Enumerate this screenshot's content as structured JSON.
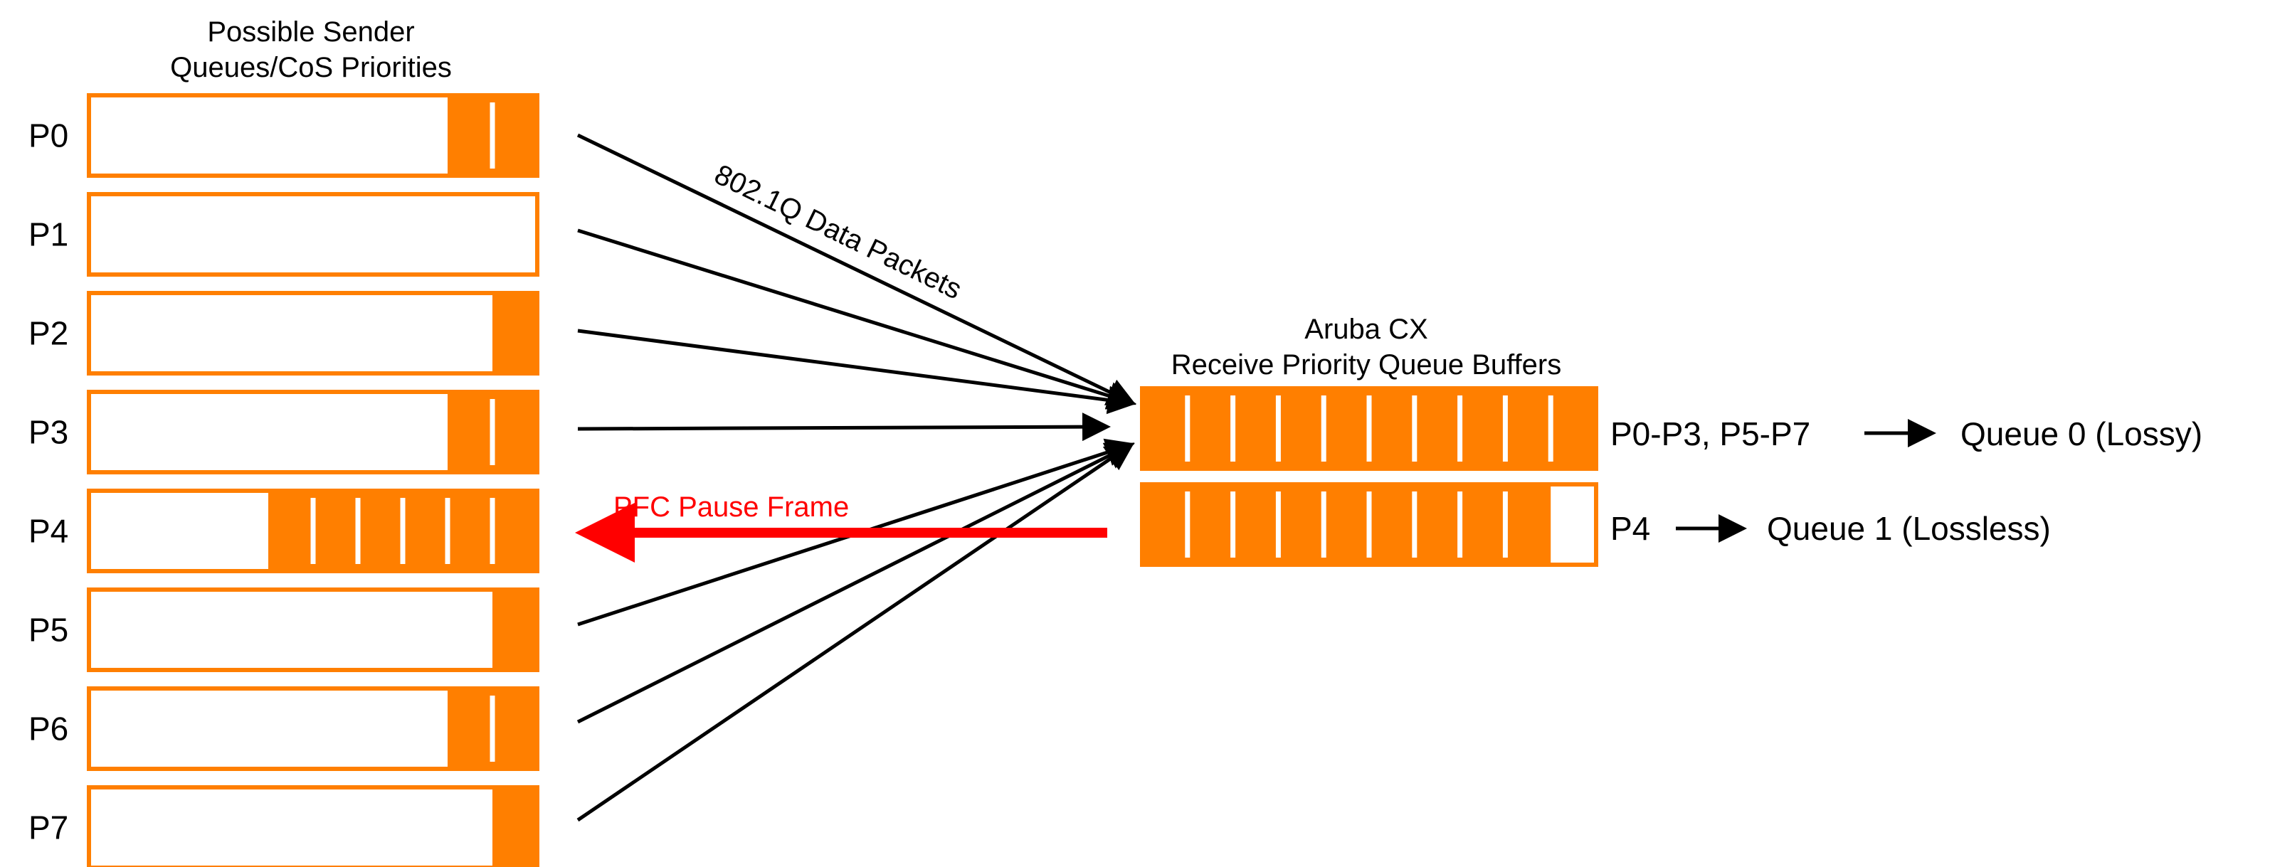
{
  "sender": {
    "title_line1": "Possible Sender",
    "title_line2": "Queues/CoS Priorities",
    "queues": [
      {
        "label": "P0",
        "filled_slots": 2
      },
      {
        "label": "P1",
        "filled_slots": 0
      },
      {
        "label": "P2",
        "filled_slots": 1
      },
      {
        "label": "P3",
        "filled_slots": 2
      },
      {
        "label": "P4",
        "filled_slots": 6
      },
      {
        "label": "P5",
        "filled_slots": 1
      },
      {
        "label": "P6",
        "filled_slots": 2
      },
      {
        "label": "P7",
        "filled_slots": 1
      }
    ]
  },
  "data_packets_label": "802.1Q Data Packets",
  "pause_frame_label": "PFC Pause Frame",
  "receiver": {
    "title_line1": "Aruba CX",
    "title_line2": "Receive Priority Queue Buffers",
    "buffers": [
      {
        "priorities": "P0-P3, P5-P7",
        "queue": "Queue 0 (Lossy)",
        "filled_slots": 10,
        "total_slots": 10
      },
      {
        "priorities": "P4",
        "queue": "Queue 1 (Lossless)",
        "filled_slots": 9,
        "total_slots": 10
      }
    ]
  },
  "colors": {
    "queue_fill": "#FF7F00",
    "pause_arrow": "#FF0000",
    "arrows": "#000000"
  }
}
